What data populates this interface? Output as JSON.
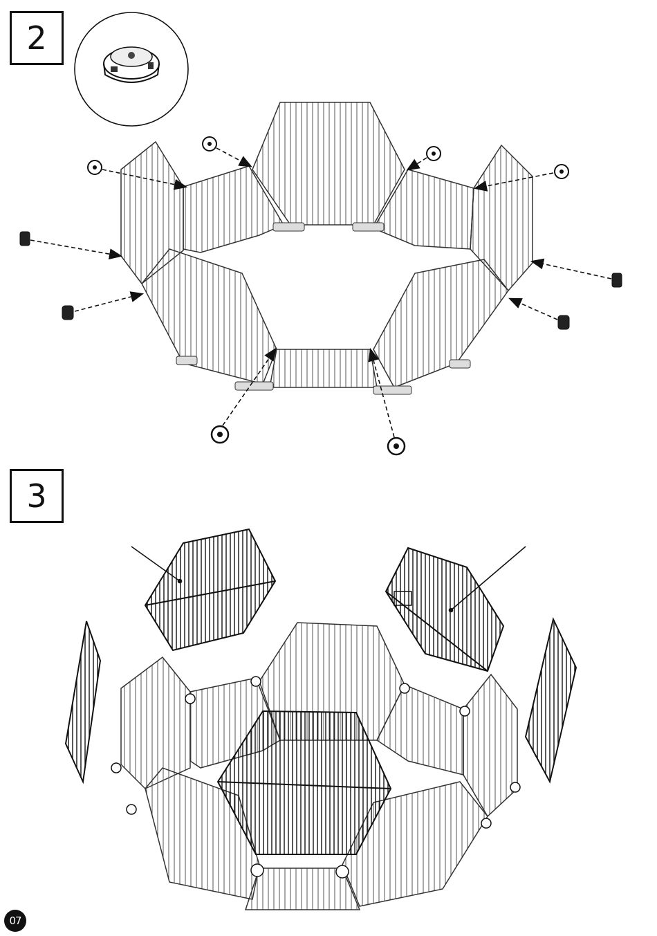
{
  "steps": [
    {
      "number": "2"
    },
    {
      "number": "3"
    }
  ],
  "page": {
    "number": "07"
  },
  "colors": {
    "line": "#111111",
    "wire": "#555555",
    "panel_dark": "#222222"
  },
  "icons": [
    "clip-connector-icon",
    "arrow-icon"
  ]
}
